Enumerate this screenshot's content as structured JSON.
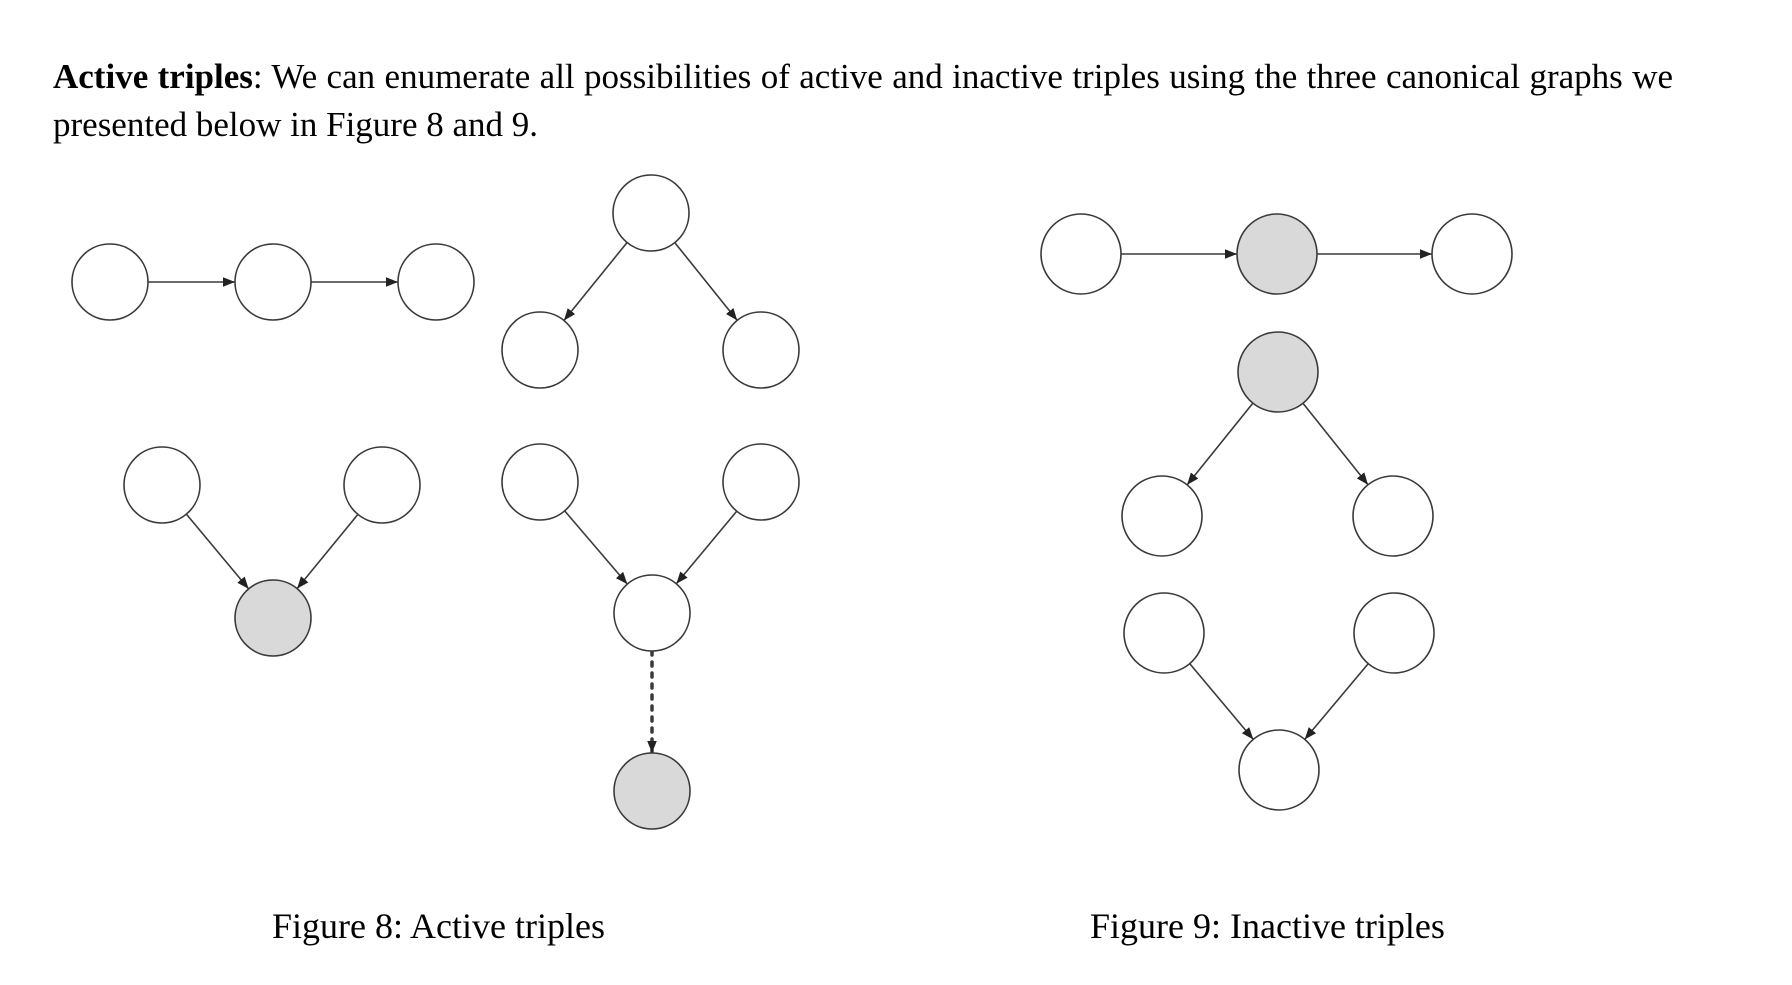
{
  "paragraph": {
    "lead": "Active triples",
    "body": ":  We can enumerate all possibilities of active and inactive triples using the three canonical graphs we presented below in Figure 8 and 9."
  },
  "figures": [
    {
      "id": "figure-8",
      "caption": "Figure 8: Active triples"
    },
    {
      "id": "figure-9",
      "caption": "Figure 9: Inactive triples"
    }
  ],
  "colors": {
    "node_fill": "#ffffff",
    "observed_node_fill": "#d9d9d9",
    "stroke": "#3a3a3a"
  }
}
